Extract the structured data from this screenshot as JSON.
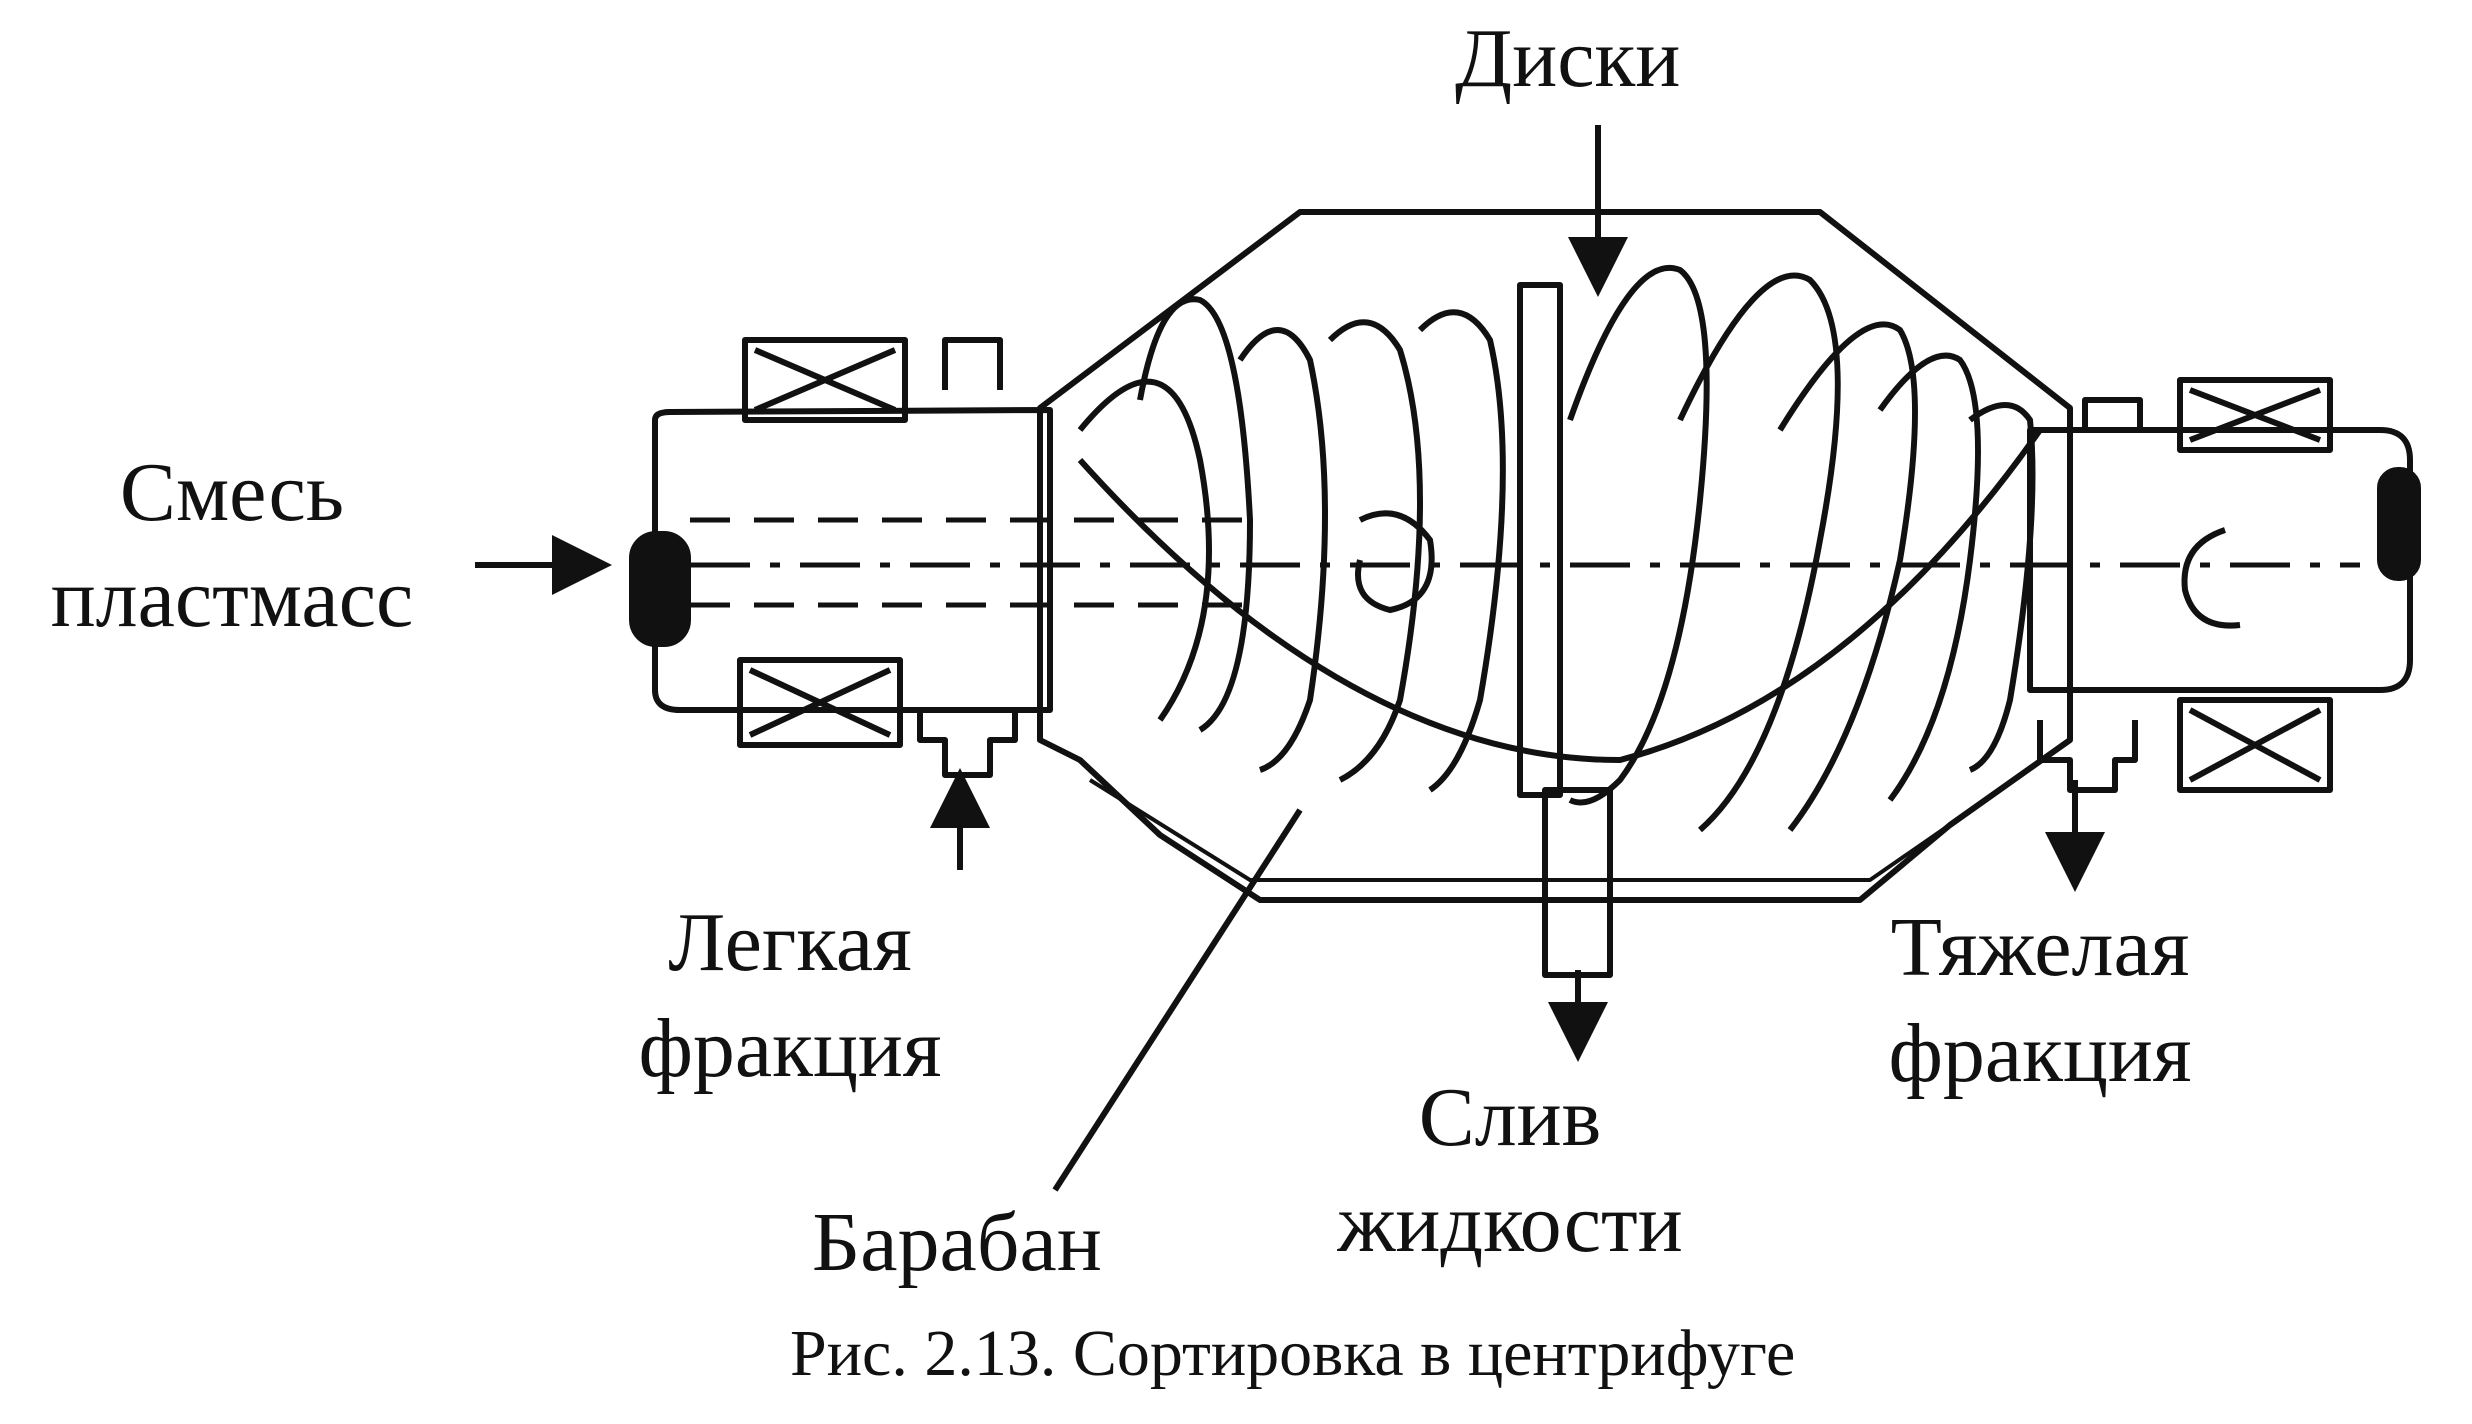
{
  "labels": {
    "disks": "Диски",
    "mixture_line1": "Смесь",
    "mixture_line2": "пластмасс",
    "light_line1": "Легкая",
    "light_line2": "фракция",
    "heavy_line1": "Тяжелая",
    "heavy_line2": "фракция",
    "drain_line1": "Слив",
    "drain_line2": "жидкости",
    "drum": "Барабан"
  },
  "caption": "Рис. 2.13. Сортировка в центрифуге"
}
